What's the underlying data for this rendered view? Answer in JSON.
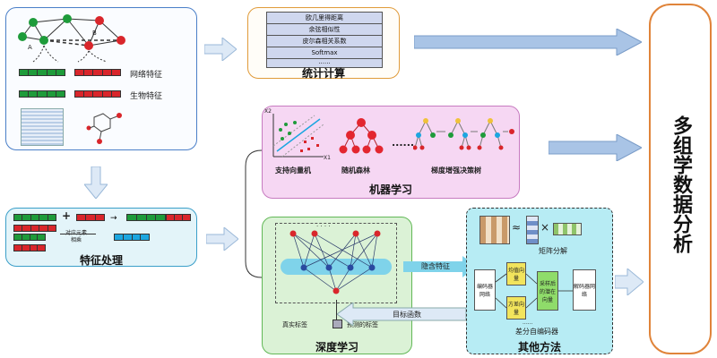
{
  "network_panel": {
    "network_feature_label": "网络特征",
    "bio_feature_label": "生物特征",
    "node_a": "A",
    "node_b": "B"
  },
  "stats_panel": {
    "title": "统计计算",
    "items": [
      "欧几里得距离",
      "余弦相似性",
      "皮尔森相关系数",
      "Softmax",
      "......"
    ]
  },
  "ml_panel": {
    "title": "机器学习",
    "svm_label": "支持向量机",
    "rf_label": "随机森林",
    "ellipsis": "......",
    "gbdt_label": "梯度增强决策树",
    "axis_x": "X1",
    "axis_y": "X2"
  },
  "feature_proc_panel": {
    "title": "特征处理",
    "plus": "+",
    "note_line1": "对应元素",
    "note_line2": "相乘"
  },
  "dl_panel": {
    "title": "深度学习",
    "hidden_feature": "隐含特征",
    "objective": "目标函数",
    "true_label": "真实标签",
    "pred_label": "预测的标签",
    "dots": "· · · ·"
  },
  "other_panel": {
    "title": "其他方法",
    "matrix_decomp": "矩阵分解",
    "approx": "≈",
    "times": "×",
    "encoder": "编码器网络",
    "mean_vec": "均值向量",
    "var_vec": "方差向量",
    "sample": "采样后的潜在向量",
    "decoder": "解码器网络",
    "vae": "差分自编码器"
  },
  "result": {
    "title": "多组学数据分析"
  },
  "colors": {
    "green": "#1e9b3a",
    "red": "#d9262b",
    "blue": "#1ba6e0",
    "arrow": "#9ab8d8"
  }
}
